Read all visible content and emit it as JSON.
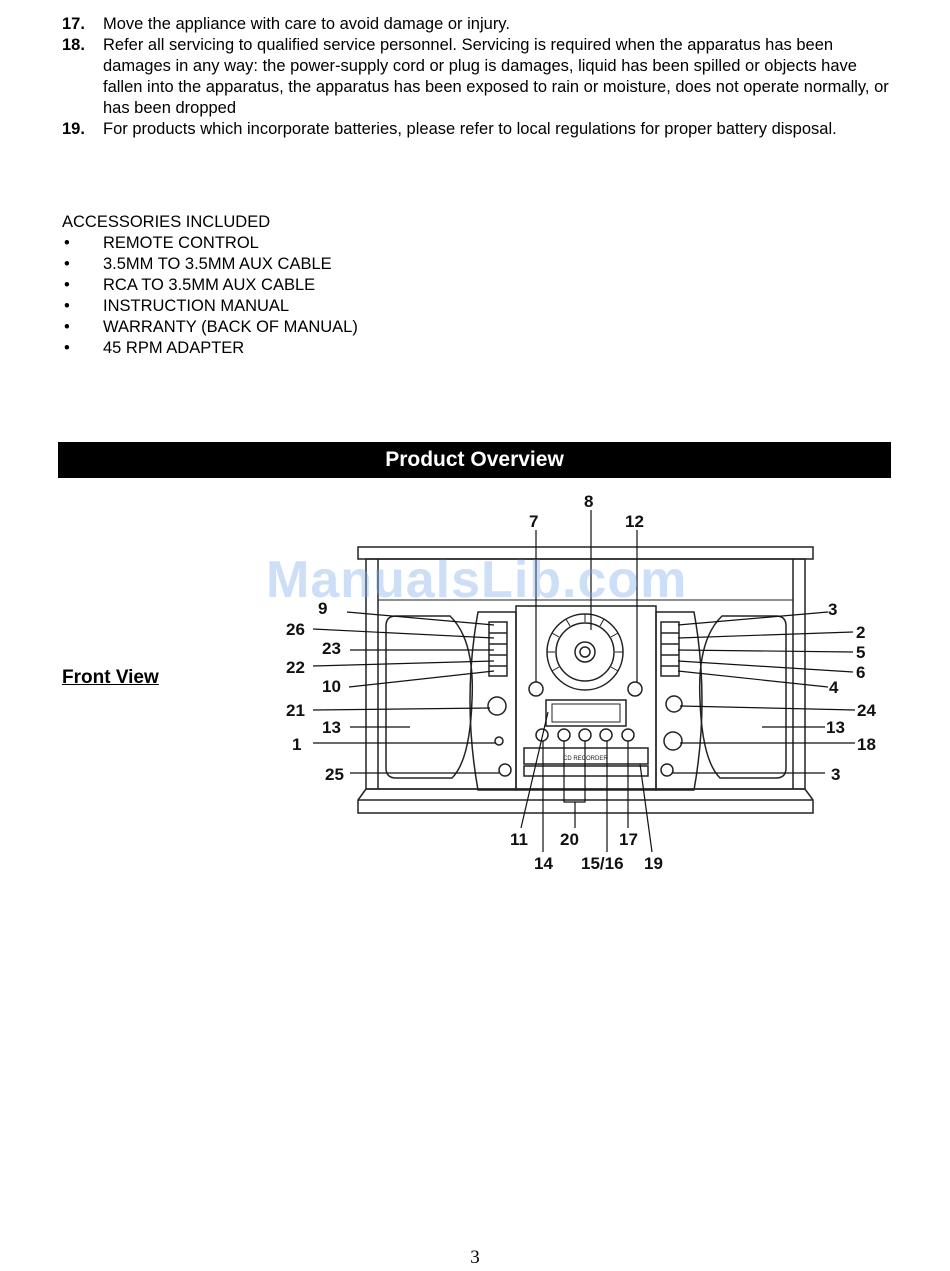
{
  "safety_items": [
    {
      "num": "17.",
      "text": "Move the appliance with care to avoid damage or injury."
    },
    {
      "num": "18.",
      "text": "Refer all servicing to qualified service personnel. Servicing is required when the apparatus has been damages in any way: the power-supply cord or plug is damages, liquid has been spilled or objects have fallen into the apparatus, the apparatus has been exposed to rain or moisture, does not operate normally, or has been dropped"
    },
    {
      "num": "19.",
      "text": "For products which incorporate batteries, please refer to local regulations for proper battery disposal."
    }
  ],
  "accessories": {
    "heading": "ACCESSORIES INCLUDED",
    "bullet": "•",
    "items": [
      "REMOTE CONTROL",
      "3.5MM TO 3.5MM AUX CABLE",
      "RCA TO 3.5MM AUX CABLE",
      "INSTRUCTION MANUAL",
      "WARRANTY (BACK OF MANUAL)",
      "45 RPM ADAPTER"
    ]
  },
  "banner": "Product Overview",
  "front_view_label": "Front View",
  "diagram": {
    "device_label": "CD RECORDER",
    "callouts": {
      "c7": "7",
      "c8": "8",
      "c12": "12",
      "c9": "9",
      "c26": "26",
      "c23": "23",
      "c22": "22",
      "c10": "10",
      "c21": "21",
      "c13l": "13",
      "c1": "1",
      "c25": "25",
      "c3a": "3",
      "c2": "2",
      "c5": "5",
      "c6": "6",
      "c4": "4",
      "c24": "24",
      "c13r": "13",
      "c18": "18",
      "c3b": "3",
      "c11": "11",
      "c20": "20",
      "c17": "17",
      "c14": "14",
      "c1516": "15/16",
      "c19": "19"
    }
  },
  "watermark": "ManualsLib.com",
  "page_number": "3"
}
